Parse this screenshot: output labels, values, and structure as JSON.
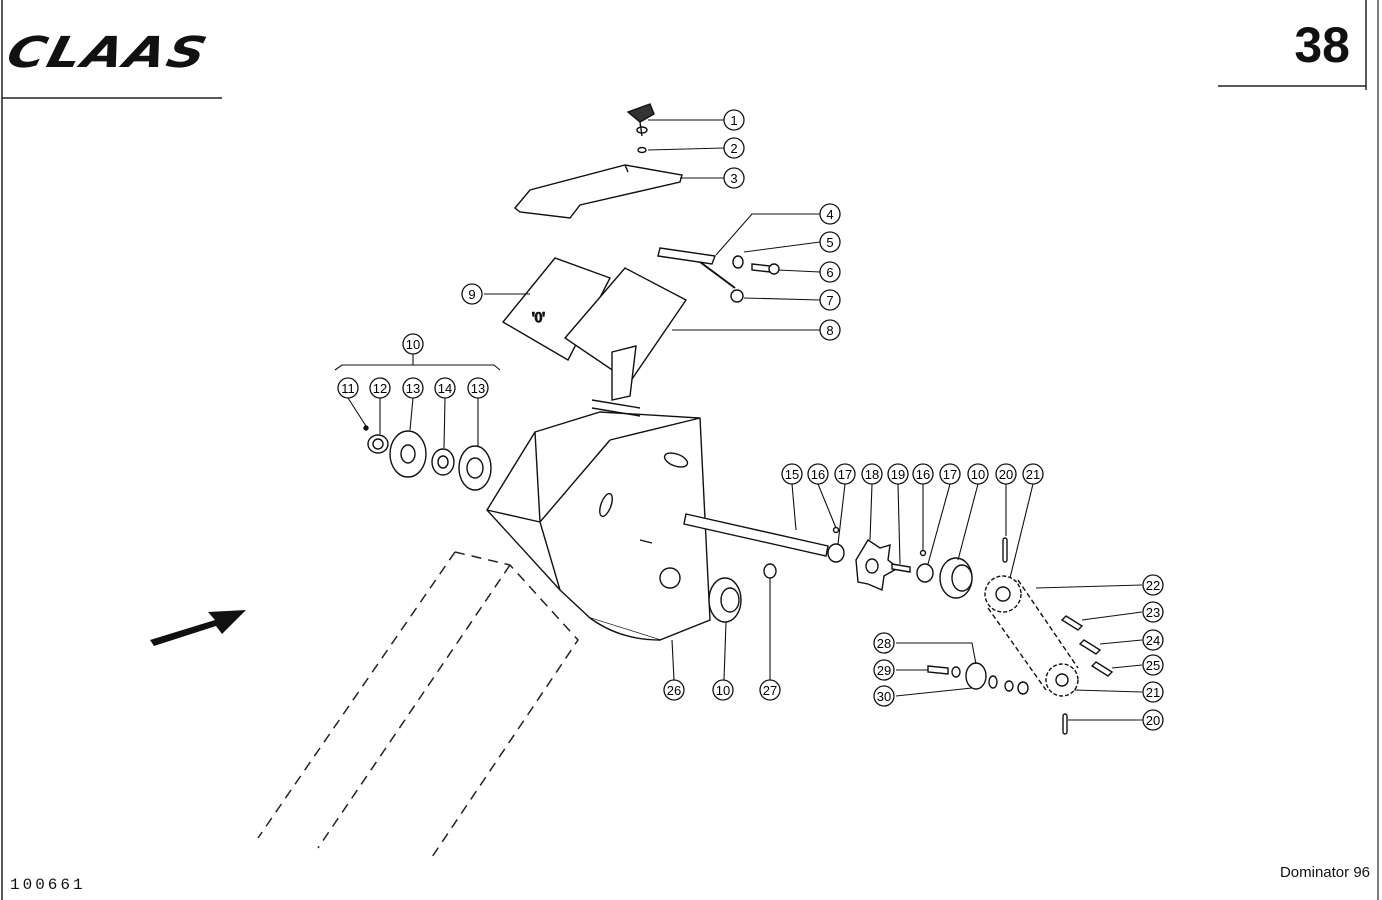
{
  "header": {
    "brand": "CLAAS",
    "page_number": "38"
  },
  "footer": {
    "doc_code": "100661",
    "model": "Dominator 96"
  },
  "diagram": {
    "callouts": [
      {
        "n": "1"
      },
      {
        "n": "2"
      },
      {
        "n": "3"
      },
      {
        "n": "4"
      },
      {
        "n": "5"
      },
      {
        "n": "6"
      },
      {
        "n": "7"
      },
      {
        "n": "8"
      },
      {
        "n": "9"
      },
      {
        "n": "10"
      },
      {
        "n": "11"
      },
      {
        "n": "12"
      },
      {
        "n": "13"
      },
      {
        "n": "14"
      },
      {
        "n": "13"
      },
      {
        "n": "15"
      },
      {
        "n": "16"
      },
      {
        "n": "17"
      },
      {
        "n": "18"
      },
      {
        "n": "19"
      },
      {
        "n": "16"
      },
      {
        "n": "17"
      },
      {
        "n": "10"
      },
      {
        "n": "20"
      },
      {
        "n": "21"
      },
      {
        "n": "22"
      },
      {
        "n": "23"
      },
      {
        "n": "24"
      },
      {
        "n": "25"
      },
      {
        "n": "28"
      },
      {
        "n": "29"
      },
      {
        "n": "30"
      },
      {
        "n": "21"
      },
      {
        "n": "20"
      },
      {
        "n": "26"
      },
      {
        "n": "10"
      },
      {
        "n": "27"
      }
    ],
    "panel_marking": "'0'"
  }
}
